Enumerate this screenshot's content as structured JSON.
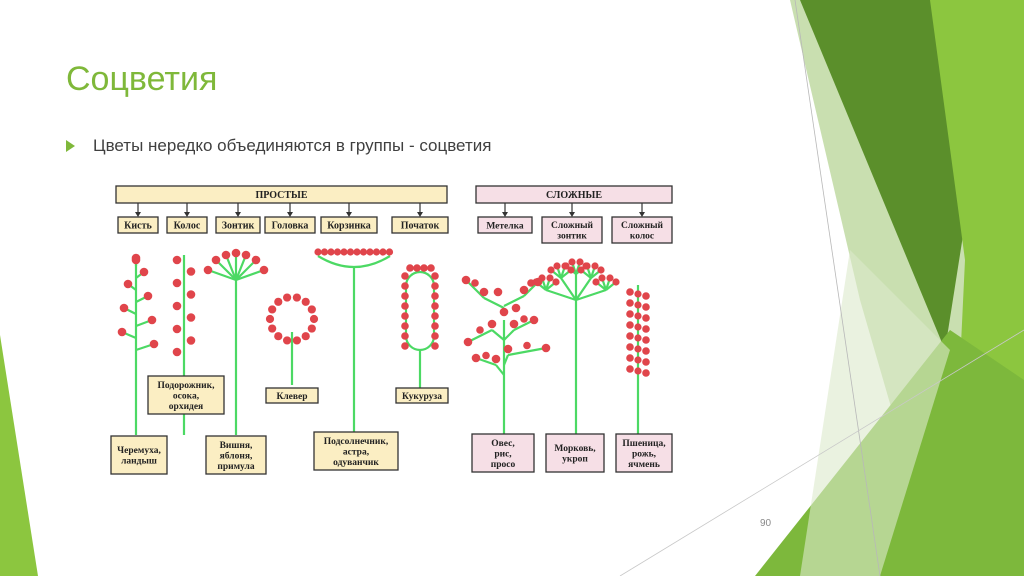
{
  "slide": {
    "title": "Соцветия",
    "bullet": "Цветы нередко объединяются в группы - соцветия",
    "page_number": "90"
  },
  "diagram": {
    "groups": [
      {
        "header": "ПРОСТЫЕ",
        "types": [
          "Кисть",
          "Колос",
          "Зонтик",
          "Головка",
          "Корзинка",
          "Початок"
        ]
      },
      {
        "header": "СЛОЖНЫЕ",
        "types": [
          "Метелка",
          "Сложный зонтик",
          "Сложный колос"
        ]
      }
    ],
    "examples": [
      "Черемуха, ландыш",
      "Подорожник, осока, орхидея",
      "Вишня, яблоня, примула",
      "Клевер",
      "Подсолнечник, астра, одуванчик",
      "Кукуруза",
      "Овес, рис, просо",
      "Морковь, укроп",
      "Пшеница, рожь, ячмень"
    ],
    "colors": {
      "stem": "#4cd964",
      "flower": "#e0454b",
      "simple_box": "#fbeec3",
      "complex_box": "#f6dfe6"
    }
  }
}
